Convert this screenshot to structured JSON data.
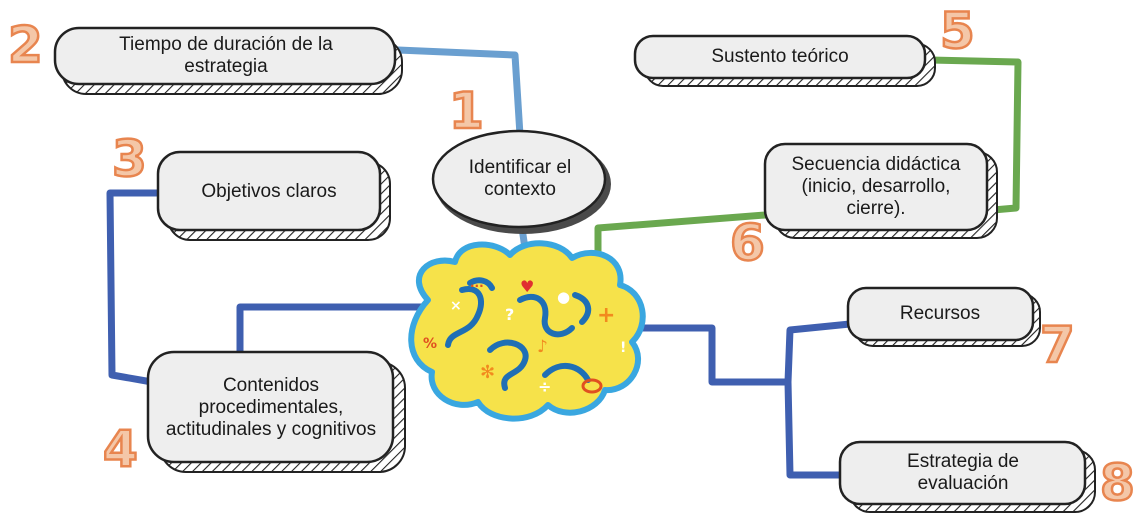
{
  "center": {
    "icon": "brain-icon"
  },
  "nodes": [
    {
      "number": "1",
      "label": "Identificar el contexto"
    },
    {
      "number": "2",
      "label": "Tiempo de duración de la estrategia"
    },
    {
      "number": "3",
      "label": "Objetivos claros"
    },
    {
      "number": "4",
      "label": "Contenidos procedimentales, actitudinales y cognitivos"
    },
    {
      "number": "5",
      "label": "Sustento teórico"
    },
    {
      "number": "6",
      "label": "Secuencia didáctica (inicio, desarrollo, cierre)."
    },
    {
      "number": "7",
      "label": "Recursos"
    },
    {
      "number": "8",
      "label": "Estrategia de evaluación"
    }
  ],
  "colors": {
    "connector_blue": "#3f5fb0",
    "connector_lightblue": "#6a9fd0",
    "connector_green": "#6aa84f",
    "number_fill": "#f4c7a8",
    "number_stroke": "#e8854f",
    "brain_fill": "#f6e24a",
    "brain_outline": "#3aa7e0",
    "brain_lines": "#1f6fb5",
    "box_fill": "#eeeeee",
    "box_shadow": "#5aa0b8"
  }
}
